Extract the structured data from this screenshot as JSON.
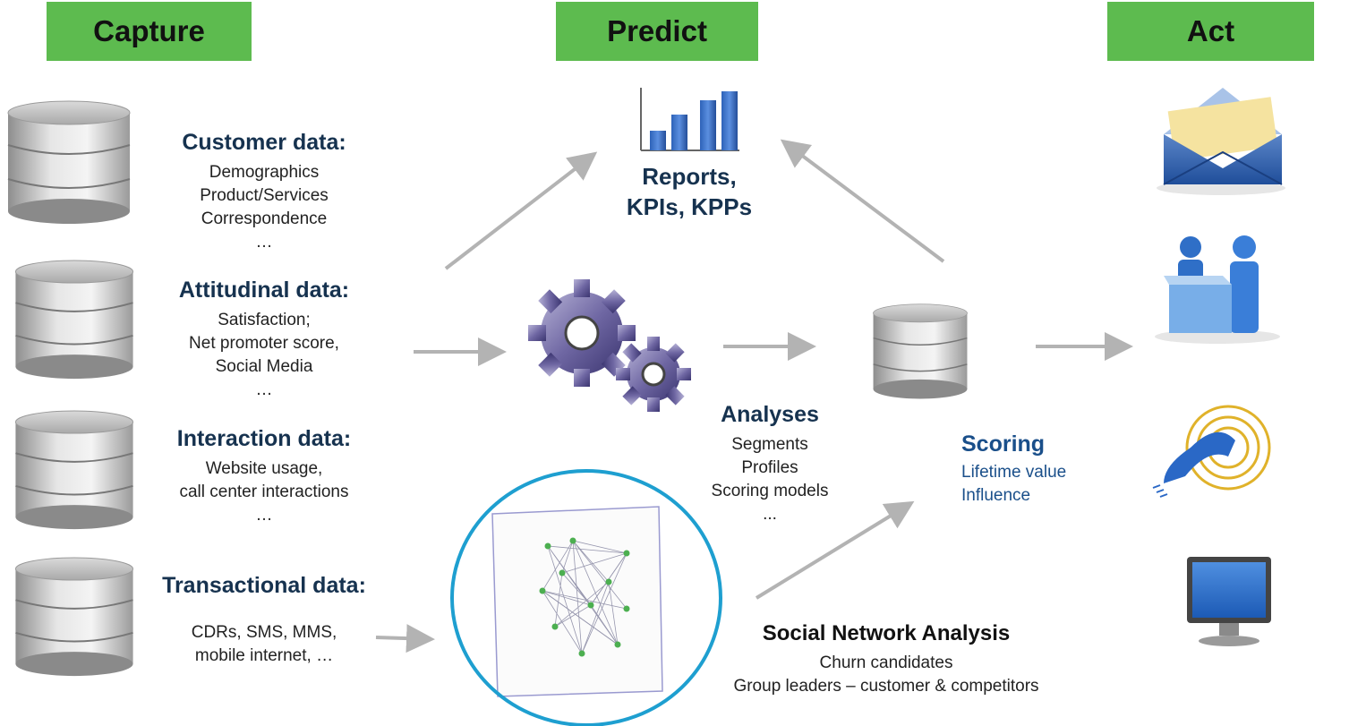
{
  "phases": {
    "capture": "Capture",
    "predict": "Predict",
    "act": "Act"
  },
  "customer": {
    "title": "Customer data:",
    "lines": [
      "Demographics",
      "Product/Services",
      "Correspondence",
      "…"
    ]
  },
  "attitudinal": {
    "title": "Attitudinal data:",
    "lines": [
      "Satisfaction;",
      "Net promoter score,",
      "Social Media",
      "…"
    ]
  },
  "interaction": {
    "title": "Interaction data:",
    "lines": [
      "Website usage,",
      "call center interactions",
      "…"
    ]
  },
  "transactional": {
    "title": "Transactional data:",
    "lines": [
      "CDRs, SMS, MMS,",
      "mobile internet, …"
    ]
  },
  "reports": {
    "lines": [
      "Reports,",
      "KPIs, KPPs"
    ]
  },
  "analyses": {
    "title": "Analyses",
    "lines": [
      "Segments",
      "Profiles",
      "Scoring models",
      "..."
    ]
  },
  "scoring": {
    "title": "Scoring",
    "lines": [
      "Lifetime value",
      "Influence"
    ]
  },
  "sna": {
    "title": "Social Network Analysis",
    "lines": [
      "Churn candidates",
      "Group leaders – customer & competitors"
    ]
  },
  "colors": {
    "phase_bg": "#5dbb4f",
    "heading": "#16324f",
    "scoring_text": "#1a4f8a",
    "arrow": "#b3b3b3",
    "circle": "#1e9fd0"
  },
  "icons": [
    "database-icon",
    "bar-chart-icon",
    "gears-icon",
    "network-graph-icon",
    "envelope-icon",
    "people-desk-icon",
    "phone-icon",
    "monitor-icon"
  ]
}
